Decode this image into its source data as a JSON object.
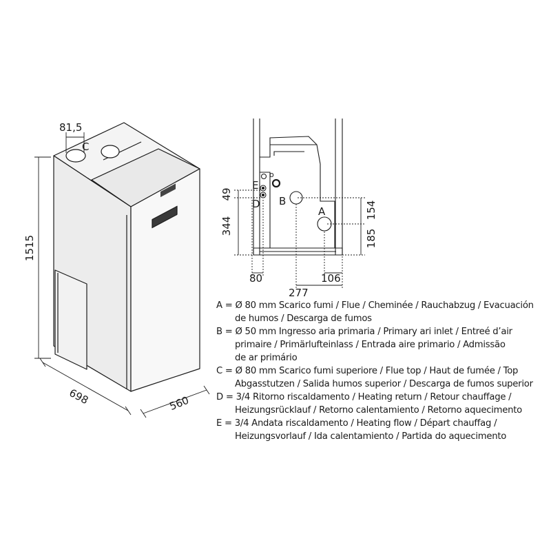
{
  "dimensions": {
    "width_front": "698",
    "depth_side": "560",
    "height": "1515",
    "flue_offset": "81,5",
    "d_e_gap": "49",
    "d_height": "344",
    "left_offset": "80",
    "b_a_width": "277",
    "a_right_offset": "106",
    "b_a_gap": "154",
    "a_height": "185"
  },
  "labels": {
    "a": "A",
    "b": "B",
    "c": "C",
    "d": "D",
    "e": "E"
  },
  "legend": [
    {
      "line1": "A = Ø 80 mm Scarico fumi / Flue / Cheminée / Rauchabzug / Evacuación",
      "cont": [
        "de humos / Descarga de fumos"
      ]
    },
    {
      "line1": "B = Ø 50 mm Ingresso aria primaria / Primary ari inlet / Entreé d’air",
      "cont": [
        "primaire / Primärlufteinlass / Entrada aire primario / Admissão",
        "de ar primário"
      ]
    },
    {
      "line1": "C = Ø 80 mm  Scarico fumi superiore / Flue top / Haut de fumée / Top",
      "cont": [
        "Abgasstutzen / Salida humos superior / Descarga de fumos superior"
      ]
    },
    {
      "line1": "D = 3/4 Ritorno riscaldamento / Heating return / Retour chauffage /",
      "cont": [
        "Heizungsrücklauf / Retorno calentamiento / Retorno aquecimento"
      ]
    },
    {
      "line1": "E = 3/4 Andata riscaldamento / Heating flow / Départ chauffag /",
      "cont": [
        "Heizungsvorlauf / Ida calentamiento / Partida do aquecimento"
      ]
    }
  ]
}
